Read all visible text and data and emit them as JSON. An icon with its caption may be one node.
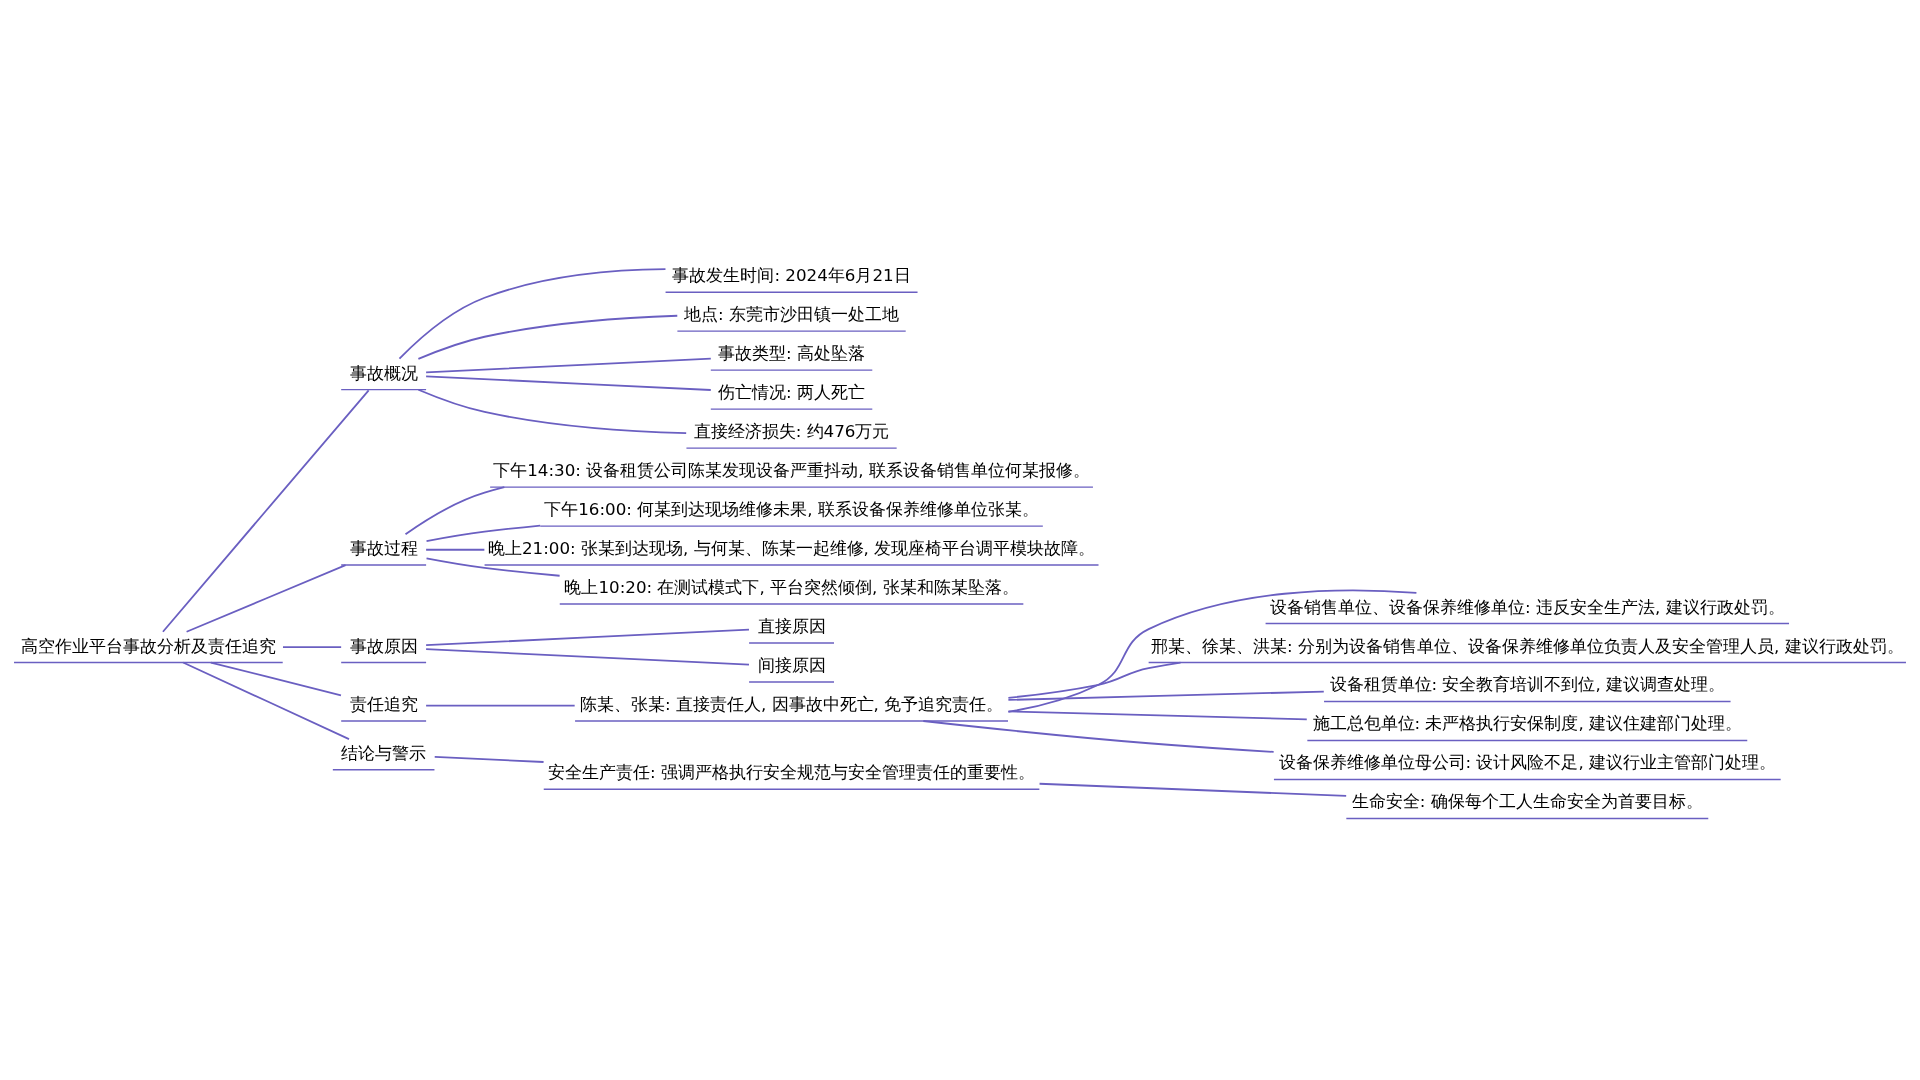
{
  "diagram": {
    "nodes": [
      {
        "text": [
          "高空作业平台事故分析及责任追究"
        ]
      },
      {
        "text": [
          "事故概况"
        ]
      },
      {
        "text": [
          "事故发生时间: 2024年6月21日"
        ]
      },
      {
        "text": [
          "地点: 东莞市沙田镇一处工地"
        ]
      },
      {
        "text": [
          "事故类型: 高处坠落"
        ]
      },
      {
        "text": [
          "伤亡情况: 两人死亡"
        ]
      },
      {
        "text": [
          "直接经济损失: 约476万元"
        ]
      },
      {
        "text": [
          "事故过程"
        ]
      },
      {
        "text": [
          "下午14:30: 设备租赁公司陈某发现设备严重抖动, 联系设备销售单位何某报修。"
        ]
      },
      {
        "text": [
          "下午16:00: 何某到达现场维修未果, 联系设备保养维修单位张某。"
        ]
      },
      {
        "text": [
          "晚上21:00: 张某到达现场, 与何某、陈某一起维修, 发现座椅平台调平模块故障。"
        ]
      },
      {
        "text": [
          "晚上10:20: 在测试模式下, 平台突然倾倒, 张某和陈某坠落。"
        ]
      },
      {
        "text": [
          "事故原因"
        ]
      },
      {
        "text": [
          "直接原因"
        ]
      },
      {
        "text": [
          "间接原因"
        ]
      },
      {
        "text": [
          "责任追究"
        ]
      },
      {
        "text": [
          "陈某、张某: 直接责任人, 因事故中死亡, 免予追究责任。"
        ]
      },
      {
        "text": [
          "设备销售单位、设备保养维修单位: 违反安全生产法, 建议行政处罚。"
        ]
      },
      {
        "text": [
          "邢某、徐某、洪某: 分别为设备销售单位、设备保养维修单位负责人及安全管理人员, 建议行政处罚。"
        ]
      },
      {
        "text": [
          "设备租赁单位: 安全教育培训不到位, 建议调查处理。"
        ]
      },
      {
        "text": [
          "施工总包单位: 未严格执行安保制度, 建议住建部门处理。"
        ]
      },
      {
        "text": [
          "设备保养维修单位母公司: 设计风险不足, 建议行业主管部门处理。"
        ]
      },
      {
        "text": [
          "结论与警示"
        ]
      },
      {
        "text": [
          "安全生产责任: 强调严格执行安全规范与安全管理责任的重要性。"
        ]
      },
      {
        "text": [
          "生命安全: 确保每个工人生命安全为首要目标。"
        ]
      }
    ],
    "edges": [
      {
        "from": 0,
        "to": 1,
        "arrow": "none"
      },
      {
        "from": 1,
        "to": 2,
        "arrow": "none"
      },
      {
        "from": 1,
        "to": 3,
        "arrow": "none"
      },
      {
        "from": 1,
        "to": 4,
        "arrow": "none"
      },
      {
        "from": 1,
        "to": 5,
        "arrow": "none"
      },
      {
        "from": 1,
        "to": 6,
        "arrow": "none"
      },
      {
        "from": 0,
        "to": 7,
        "arrow": "none"
      },
      {
        "from": 7,
        "to": 8,
        "arrow": "none"
      },
      {
        "from": 7,
        "to": 9,
        "arrow": "none"
      },
      {
        "from": 7,
        "to": 10,
        "arrow": "none"
      },
      {
        "from": 7,
        "to": 11,
        "arrow": "none"
      },
      {
        "from": 0,
        "to": 12,
        "arrow": "none"
      },
      {
        "from": 12,
        "to": 13,
        "arrow": "none"
      },
      {
        "from": 12,
        "to": 14,
        "arrow": "none"
      },
      {
        "from": 0,
        "to": 15,
        "arrow": "none"
      },
      {
        "from": 15,
        "to": 16,
        "arrow": "none"
      },
      {
        "from": 16,
        "to": 17,
        "arrow": "none"
      },
      {
        "from": 16,
        "to": 18,
        "arrow": "none"
      },
      {
        "from": 16,
        "to": 19,
        "arrow": "none"
      },
      {
        "from": 16,
        "to": 20,
        "arrow": "none"
      },
      {
        "from": 16,
        "to": 21,
        "arrow": "none"
      },
      {
        "from": 0,
        "to": 22,
        "arrow": "none"
      },
      {
        "from": 22,
        "to": 23,
        "arrow": "none"
      },
      {
        "from": 23,
        "to": 24,
        "arrow": "none"
      }
    ]
  }
}
